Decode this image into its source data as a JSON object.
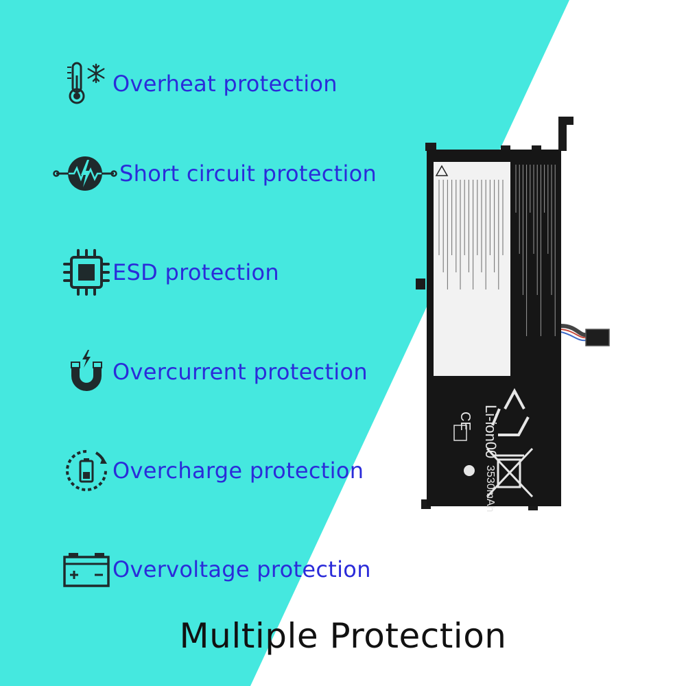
{
  "colors": {
    "background_teal": "#45e8df",
    "background_white": "#ffffff",
    "feature_text": "#2b2bd9",
    "icon_dark": "#1f2a2c",
    "headline_text": "#111111",
    "battery_body": "#161616"
  },
  "features": [
    {
      "icon": "thermometer-snowflake-icon",
      "label": "Overheat protection"
    },
    {
      "icon": "short-circuit-bolt-icon",
      "label": "Short circuit protection"
    },
    {
      "icon": "chip-icon",
      "label": "ESD protection"
    },
    {
      "icon": "magnet-bolt-icon",
      "label": "Overcurrent protection"
    },
    {
      "icon": "battery-charge-cycle-icon",
      "label": "Overcharge protection"
    },
    {
      "icon": "car-battery-icon",
      "label": "Overvoltage protection"
    }
  ],
  "headline": "Multiple Protection",
  "product": {
    "chemistry": "Li-ion00",
    "capacity": "3530mAh",
    "ce_mark": "CE"
  }
}
